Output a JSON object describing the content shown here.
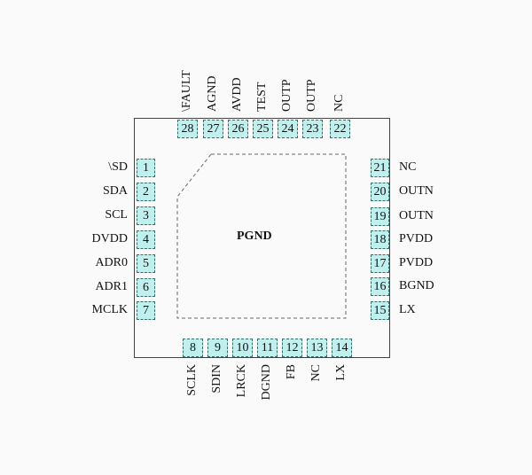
{
  "center_label": "PGND",
  "pins": [
    {
      "num": "1",
      "name": "\\SD",
      "side": "left"
    },
    {
      "num": "2",
      "name": "SDA",
      "side": "left"
    },
    {
      "num": "3",
      "name": "SCL",
      "side": "left"
    },
    {
      "num": "4",
      "name": "DVDD",
      "side": "left"
    },
    {
      "num": "5",
      "name": "ADR0",
      "side": "left"
    },
    {
      "num": "6",
      "name": "ADR1",
      "side": "left"
    },
    {
      "num": "7",
      "name": "MCLK",
      "side": "left"
    },
    {
      "num": "8",
      "name": "SCLK",
      "side": "bottom"
    },
    {
      "num": "9",
      "name": "SDIN",
      "side": "bottom"
    },
    {
      "num": "10",
      "name": "LRCK",
      "side": "bottom"
    },
    {
      "num": "11",
      "name": "DGND",
      "side": "bottom"
    },
    {
      "num": "12",
      "name": "FB",
      "side": "bottom"
    },
    {
      "num": "13",
      "name": "NC",
      "side": "bottom"
    },
    {
      "num": "14",
      "name": "LX",
      "side": "bottom"
    },
    {
      "num": "15",
      "name": "LX",
      "side": "right"
    },
    {
      "num": "16",
      "name": "BGND",
      "side": "right"
    },
    {
      "num": "17",
      "name": "PVDD",
      "side": "right"
    },
    {
      "num": "18",
      "name": "PVDD",
      "side": "right"
    },
    {
      "num": "19",
      "name": "OUTN",
      "side": "right"
    },
    {
      "num": "20",
      "name": "OUTN",
      "side": "right"
    },
    {
      "num": "21",
      "name": "NC",
      "side": "right"
    },
    {
      "num": "22",
      "name": "NC",
      "side": "top"
    },
    {
      "num": "23",
      "name": "OUTP",
      "side": "top"
    },
    {
      "num": "24",
      "name": "OUTP",
      "side": "top"
    },
    {
      "num": "25",
      "name": "TEST",
      "side": "top"
    },
    {
      "num": "26",
      "name": "AVDD",
      "side": "top"
    },
    {
      "num": "27",
      "name": "AGND",
      "side": "top"
    },
    {
      "num": "28",
      "name": "\\FAULT",
      "side": "top"
    }
  ]
}
